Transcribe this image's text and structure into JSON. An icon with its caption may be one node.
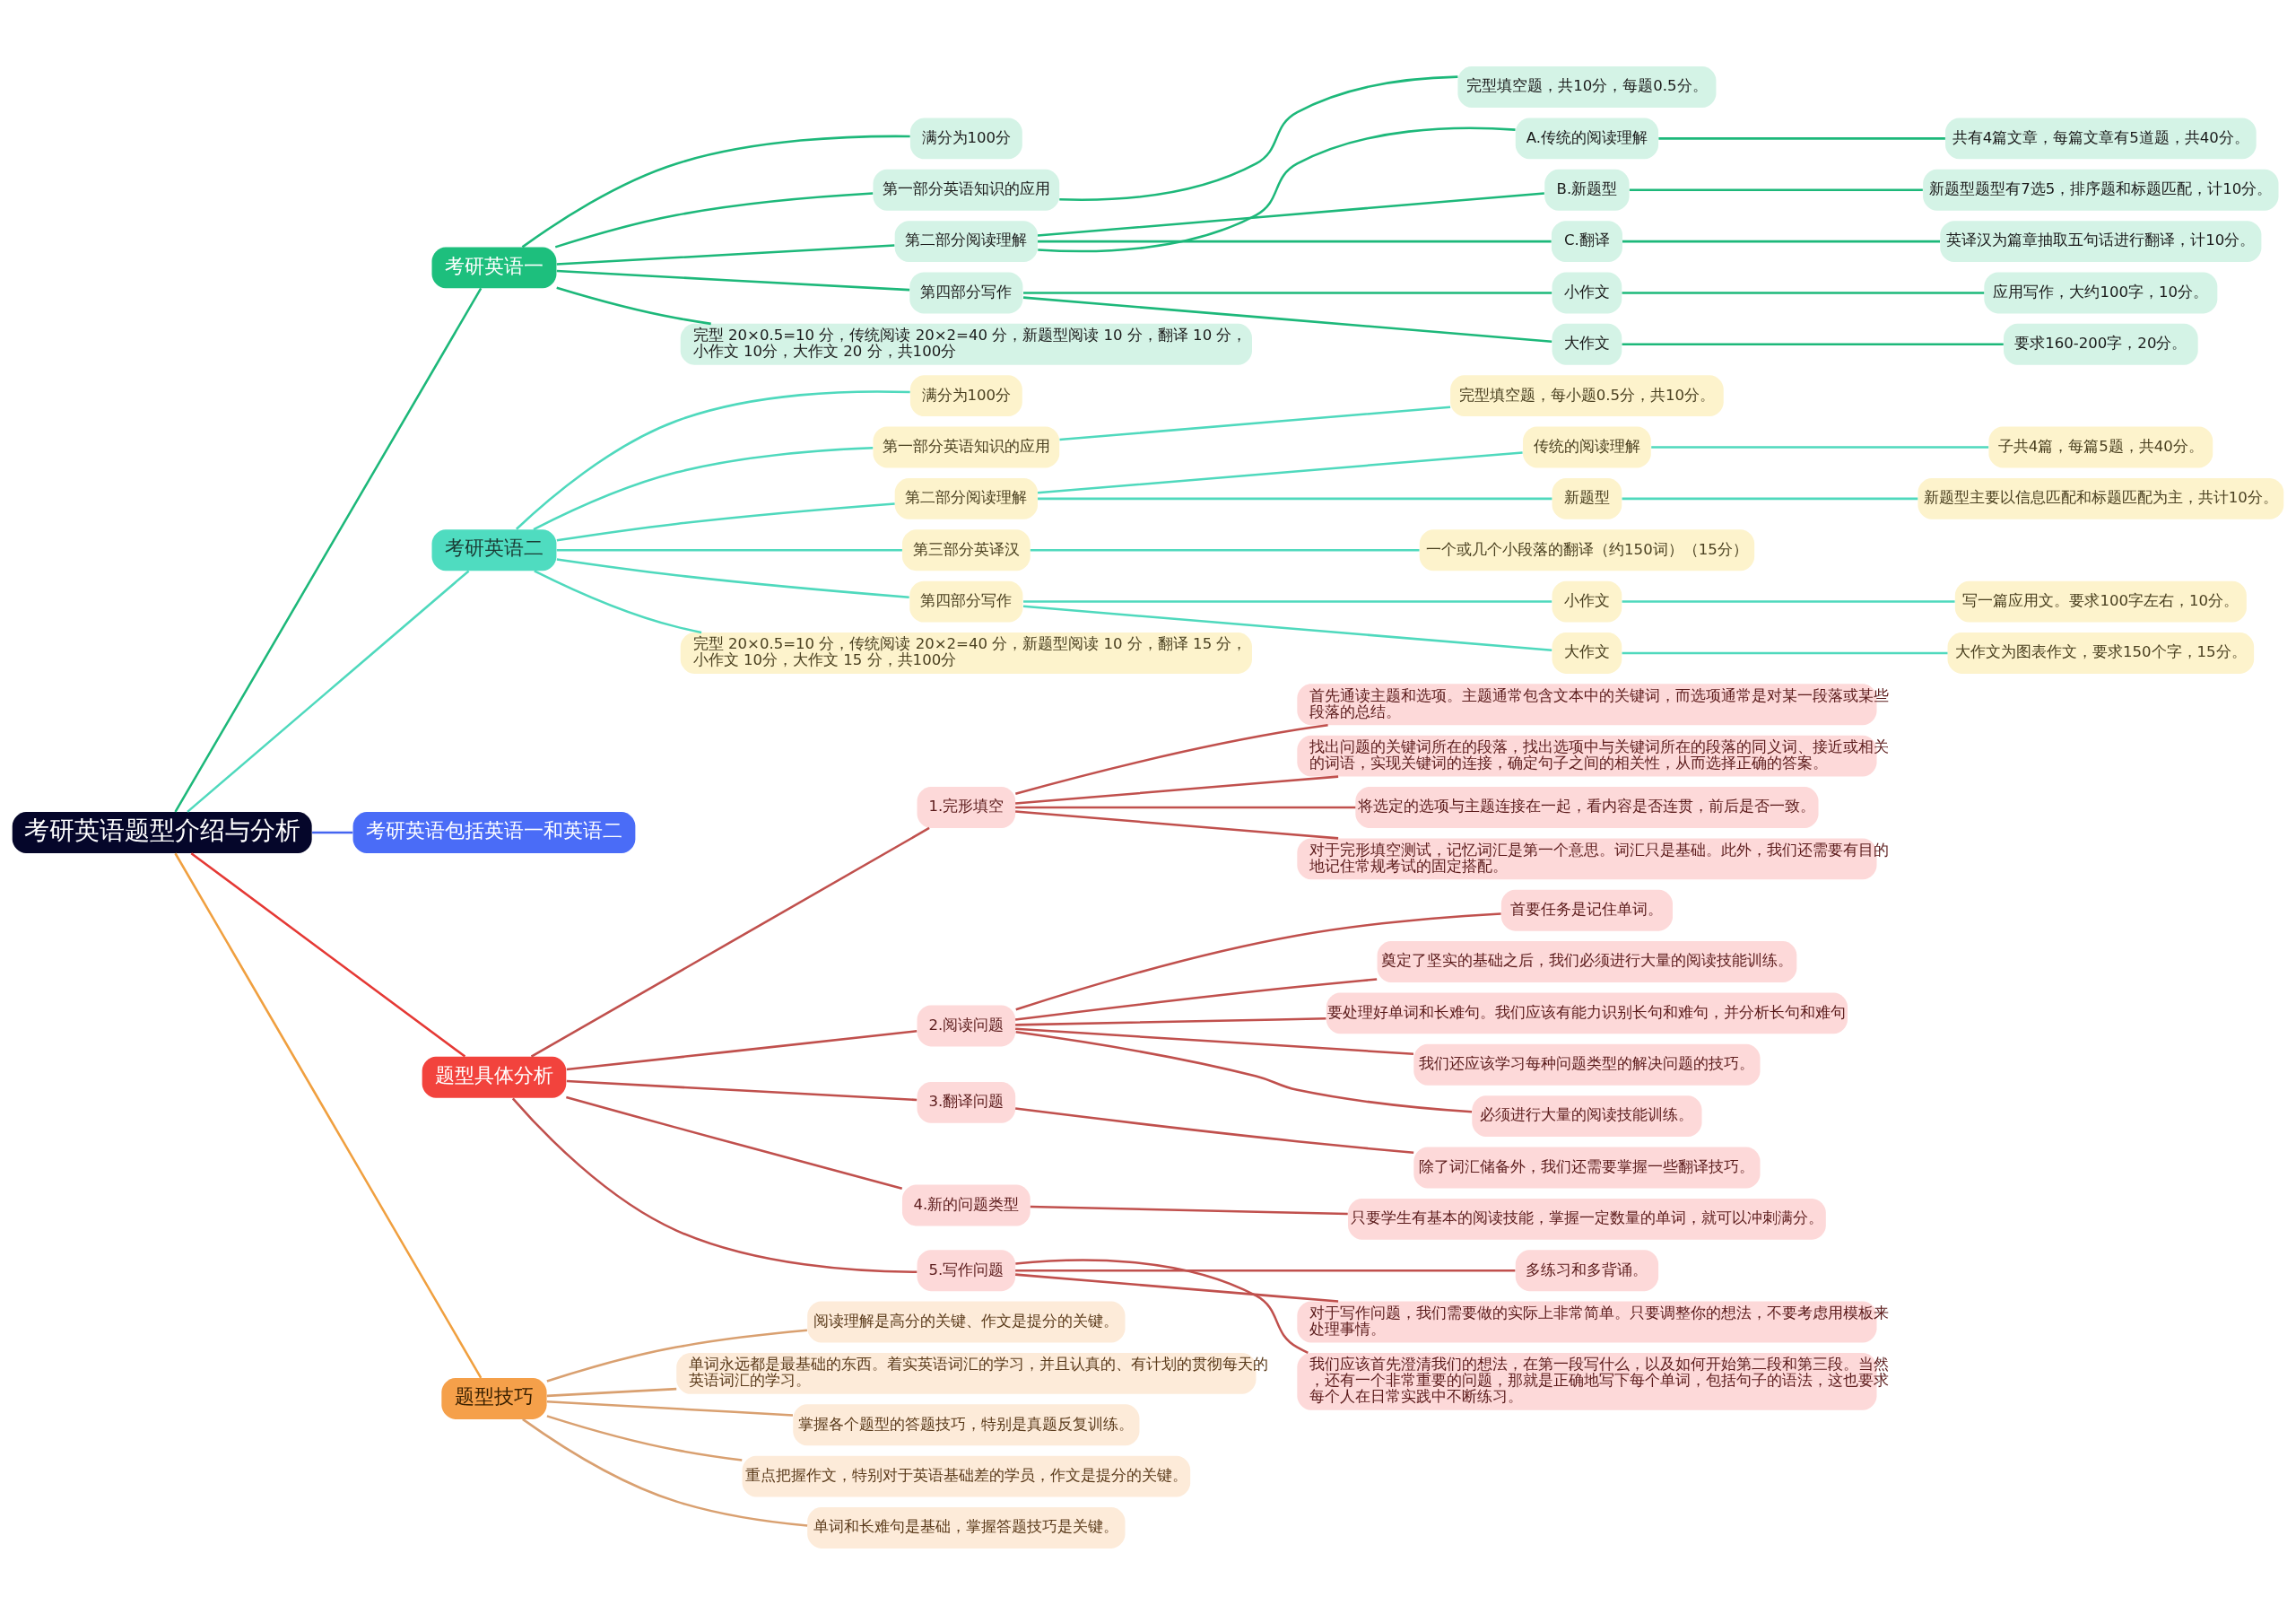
{
  "diagram": {
    "nodes": [
      {
        "text": [
          "考研英语题型介绍与分析"
        ]
      },
      {
        "text": [
          "考研英语一"
        ]
      },
      {
        "text": [
          "满分为100分"
        ]
      },
      {
        "text": [
          "第一部分英语知识的应用"
        ]
      },
      {
        "text": [
          "完型填空题，共10分，每题0.5分。"
        ]
      },
      {
        "text": [
          "第二部分阅读理解"
        ]
      },
      {
        "text": [
          "A.传统的阅读理解"
        ]
      },
      {
        "text": [
          "共有4篇文章，每篇文章有5道题，共40分。"
        ]
      },
      {
        "text": [
          "B.新题型"
        ]
      },
      {
        "text": [
          "新题型题型有7选5，排序题和标题匹配，计10分。"
        ]
      },
      {
        "text": [
          "C.翻译"
        ]
      },
      {
        "text": [
          "英译汉为篇章抽取五句话进行翻译，计10分。"
        ]
      },
      {
        "text": [
          "第四部分写作"
        ]
      },
      {
        "text": [
          "小作文"
        ]
      },
      {
        "text": [
          "应用写作，大约100字，10分。"
        ]
      },
      {
        "text": [
          "大作文"
        ]
      },
      {
        "text": [
          "要求160-200字，20分。"
        ]
      },
      {
        "text": [
          "完型 20×0.5=10 分，传统阅读 20×2=40 分，新题型阅读 10 分，翻译 10 分，小作文 10分，大作文 20 分，共100分"
        ]
      },
      {
        "text": [
          "考研英语二"
        ]
      },
      {
        "text": [
          "满分为100分"
        ]
      },
      {
        "text": [
          "第一部分英语知识的应用"
        ]
      },
      {
        "text": [
          "完型填空题，每小题0.5分，共10分。"
        ]
      },
      {
        "text": [
          "第二部分阅读理解"
        ]
      },
      {
        "text": [
          "传统的阅读理解"
        ]
      },
      {
        "text": [
          "子共4篇，每篇5题，共40分。"
        ]
      },
      {
        "text": [
          "新题型"
        ]
      },
      {
        "text": [
          "新题型主要以信息匹配和标题匹配为主，共计10分。"
        ]
      },
      {
        "text": [
          "第三部分英译汉"
        ]
      },
      {
        "text": [
          "一个或几个小段落的翻译（约150词）（15分）"
        ]
      },
      {
        "text": [
          "第四部分写作"
        ]
      },
      {
        "text": [
          "小作文"
        ]
      },
      {
        "text": [
          "写一篇应用文。要求100字左右，10分。"
        ]
      },
      {
        "text": [
          "大作文"
        ]
      },
      {
        "text": [
          "大作文为图表作文，要求150个字，15分。"
        ]
      },
      {
        "text": [
          "完型 20×0.5=10 分，传统阅读 20×2=40 分，新题型阅读 10 分，翻译 15 分，小作文 10分，大作文 15 分，共100分"
        ]
      },
      {
        "text": [
          "考研英语包括英语一和英语二"
        ]
      },
      {
        "text": [
          "题型具体分析"
        ]
      },
      {
        "text": [
          "1.完形填空"
        ]
      },
      {
        "text": [
          "首先通读主题和选项。主题通常包含文本中的关键词，而选项通常是对某一段落或某些段落的总结。"
        ]
      },
      {
        "text": [
          "找出问题的关键词所在的段落，找出选项中与关键词所在的段落的同义词、接近或相关的词语，实现关键词的连接，确定句子之间的相关性，从而选择正确的答案。"
        ]
      },
      {
        "text": [
          "将选定的选项与主题连接在一起，看内容是否连贯，前后是否一致。"
        ]
      },
      {
        "text": [
          "对于完形填空测试，记忆词汇是第一个意思。词汇只是基础。此外，我们还需要有目的地记住常规考试的固定搭配。"
        ]
      },
      {
        "text": [
          "2.阅读问题"
        ]
      },
      {
        "text": [
          "首要任务是记住单词。"
        ]
      },
      {
        "text": [
          "奠定了坚实的基础之后，我们必须进行大量的阅读技能训练。"
        ]
      },
      {
        "text": [
          "要处理好单词和长难句。我们应该有能力识别长句和难句，并分析长句和难句"
        ]
      },
      {
        "text": [
          "我们还应该学习每种问题类型的解决问题的技巧。"
        ]
      },
      {
        "text": [
          "必须进行大量的阅读技能训练。"
        ]
      },
      {
        "text": [
          "3.翻译问题"
        ]
      },
      {
        "text": [
          "除了词汇储备外，我们还需要掌握一些翻译技巧。"
        ]
      },
      {
        "text": [
          "4.新的问题类型"
        ]
      },
      {
        "text": [
          "只要学生有基本的阅读技能，掌握一定数量的单词，就可以冲刺满分。"
        ]
      },
      {
        "text": [
          "5.写作问题"
        ]
      },
      {
        "text": [
          "多练习和多背诵。"
        ]
      },
      {
        "text": [
          "对于写作问题，我们需要做的实际上非常简单。只要调整你的想法，不要考虑用模板来处理事情。"
        ]
      },
      {
        "text": [
          "我们应该首先澄清我们的想法，在第一段写什么，以及如何开始第二段和第三段。当然，还有一个非常重要的问题，那就是正确地写下每个单词，包括句子的语法，这也要求每个人在日常实践中不断练习。"
        ]
      },
      {
        "text": [
          "题型技巧"
        ]
      },
      {
        "text": [
          "阅读理解是高分的关键、作文是提分的关键。"
        ]
      },
      {
        "text": [
          "单词永远都是最基础的东西。着实英语词汇的学习，并且认真的、有计划的贯彻每天的英语词汇的学习。"
        ]
      },
      {
        "text": [
          "掌握各个题型的答题技巧，特别是真题反复训练。"
        ]
      },
      {
        "text": [
          "重点把握作文，特别对于英语基础差的学员，作文是提分的关键。"
        ]
      },
      {
        "text": [
          "单词和长难句是基础，掌握答题技巧是关键。"
        ]
      }
    ],
    "edges": [
      {
        "from": 0,
        "to": 1,
        "arrow": "none",
        "color": "#1db87a"
      },
      {
        "from": 1,
        "to": 2,
        "arrow": "none",
        "color": "#1db87a"
      },
      {
        "from": 1,
        "to": 3,
        "arrow": "none",
        "color": "#1db87a"
      },
      {
        "from": 3,
        "to": 4,
        "arrow": "none",
        "color": "#1db87a"
      },
      {
        "from": 1,
        "to": 5,
        "arrow": "none",
        "color": "#1db87a"
      },
      {
        "from": 5,
        "to": 6,
        "arrow": "none",
        "color": "#1db87a"
      },
      {
        "from": 6,
        "to": 7,
        "arrow": "none",
        "color": "#1db87a"
      },
      {
        "from": 5,
        "to": 8,
        "arrow": "none",
        "color": "#1db87a"
      },
      {
        "from": 8,
        "to": 9,
        "arrow": "none",
        "color": "#1db87a"
      },
      {
        "from": 5,
        "to": 10,
        "arrow": "none",
        "color": "#1db87a"
      },
      {
        "from": 10,
        "to": 11,
        "arrow": "none",
        "color": "#1db87a"
      },
      {
        "from": 1,
        "to": 12,
        "arrow": "none",
        "color": "#1db87a"
      },
      {
        "from": 12,
        "to": 13,
        "arrow": "none",
        "color": "#1db87a"
      },
      {
        "from": 13,
        "to": 14,
        "arrow": "none",
        "color": "#1db87a"
      },
      {
        "from": 12,
        "to": 15,
        "arrow": "none",
        "color": "#1db87a"
      },
      {
        "from": 15,
        "to": 16,
        "arrow": "none",
        "color": "#1db87a"
      },
      {
        "from": 1,
        "to": 17,
        "arrow": "none",
        "color": "#1db87a"
      },
      {
        "from": 0,
        "to": 18,
        "arrow": "none",
        "color": "#4fd9bd"
      },
      {
        "from": 18,
        "to": 19,
        "arrow": "none",
        "color": "#4fd9bd"
      },
      {
        "from": 18,
        "to": 20,
        "arrow": "none",
        "color": "#4fd9bd"
      },
      {
        "from": 20,
        "to": 21,
        "arrow": "none",
        "color": "#4fd9bd"
      },
      {
        "from": 18,
        "to": 22,
        "arrow": "none",
        "color": "#4fd9bd"
      },
      {
        "from": 22,
        "to": 23,
        "arrow": "none",
        "color": "#4fd9bd"
      },
      {
        "from": 23,
        "to": 24,
        "arrow": "none",
        "color": "#4fd9bd"
      },
      {
        "from": 22,
        "to": 25,
        "arrow": "none",
        "color": "#4fd9bd"
      },
      {
        "from": 25,
        "to": 26,
        "arrow": "none",
        "color": "#4fd9bd"
      },
      {
        "from": 18,
        "to": 27,
        "arrow": "none",
        "color": "#4fd9bd"
      },
      {
        "from": 27,
        "to": 28,
        "arrow": "none",
        "color": "#4fd9bd"
      },
      {
        "from": 18,
        "to": 29,
        "arrow": "none",
        "color": "#4fd9bd"
      },
      {
        "from": 29,
        "to": 30,
        "arrow": "none",
        "color": "#4fd9bd"
      },
      {
        "from": 30,
        "to": 31,
        "arrow": "none",
        "color": "#4fd9bd"
      },
      {
        "from": 29,
        "to": 32,
        "arrow": "none",
        "color": "#4fd9bd"
      },
      {
        "from": 32,
        "to": 33,
        "arrow": "none",
        "color": "#4fd9bd"
      },
      {
        "from": 18,
        "to": 34,
        "arrow": "none",
        "color": "#4fd9bd"
      },
      {
        "from": 0,
        "to": 35,
        "arrow": "none",
        "color": "#4565f0"
      },
      {
        "from": 0,
        "to": 36,
        "arrow": "none",
        "color": "#e53935"
      },
      {
        "from": 36,
        "to": 37,
        "arrow": "none",
        "color": "#c0504d"
      },
      {
        "from": 37,
        "to": 38,
        "arrow": "none",
        "color": "#c0504d"
      },
      {
        "from": 37,
        "to": 39,
        "arrow": "none",
        "color": "#c0504d"
      },
      {
        "from": 37,
        "to": 40,
        "arrow": "none",
        "color": "#c0504d"
      },
      {
        "from": 37,
        "to": 41,
        "arrow": "none",
        "color": "#c0504d"
      },
      {
        "from": 36,
        "to": 42,
        "arrow": "none",
        "color": "#c0504d"
      },
      {
        "from": 42,
        "to": 43,
        "arrow": "none",
        "color": "#c0504d"
      },
      {
        "from": 42,
        "to": 44,
        "arrow": "none",
        "color": "#c0504d"
      },
      {
        "from": 42,
        "to": 45,
        "arrow": "none",
        "color": "#c0504d"
      },
      {
        "from": 42,
        "to": 46,
        "arrow": "none",
        "color": "#c0504d"
      },
      {
        "from": 42,
        "to": 47,
        "arrow": "none",
        "color": "#c0504d"
      },
      {
        "from": 36,
        "to": 48,
        "arrow": "none",
        "color": "#c0504d"
      },
      {
        "from": 48,
        "to": 49,
        "arrow": "none",
        "color": "#c0504d"
      },
      {
        "from": 36,
        "to": 50,
        "arrow": "none",
        "color": "#c0504d"
      },
      {
        "from": 50,
        "to": 51,
        "arrow": "none",
        "color": "#c0504d"
      },
      {
        "from": 36,
        "to": 52,
        "arrow": "none",
        "color": "#c0504d"
      },
      {
        "from": 52,
        "to": 53,
        "arrow": "none",
        "color": "#c0504d"
      },
      {
        "from": 52,
        "to": 54,
        "arrow": "none",
        "color": "#c0504d"
      },
      {
        "from": 52,
        "to": 55,
        "arrow": "none",
        "color": "#c0504d"
      },
      {
        "from": 0,
        "to": 56,
        "arrow": "none",
        "color": "#f0a040"
      },
      {
        "from": 56,
        "to": 57,
        "arrow": "none",
        "color": "#d9a070"
      },
      {
        "from": 56,
        "to": 58,
        "arrow": "none",
        "color": "#d9a070"
      },
      {
        "from": 56,
        "to": 59,
        "arrow": "none",
        "color": "#d9a070"
      },
      {
        "from": 56,
        "to": 60,
        "arrow": "none",
        "color": "#d9a070"
      },
      {
        "from": 56,
        "to": 61,
        "arrow": "none",
        "color": "#d9a070"
      }
    ]
  }
}
